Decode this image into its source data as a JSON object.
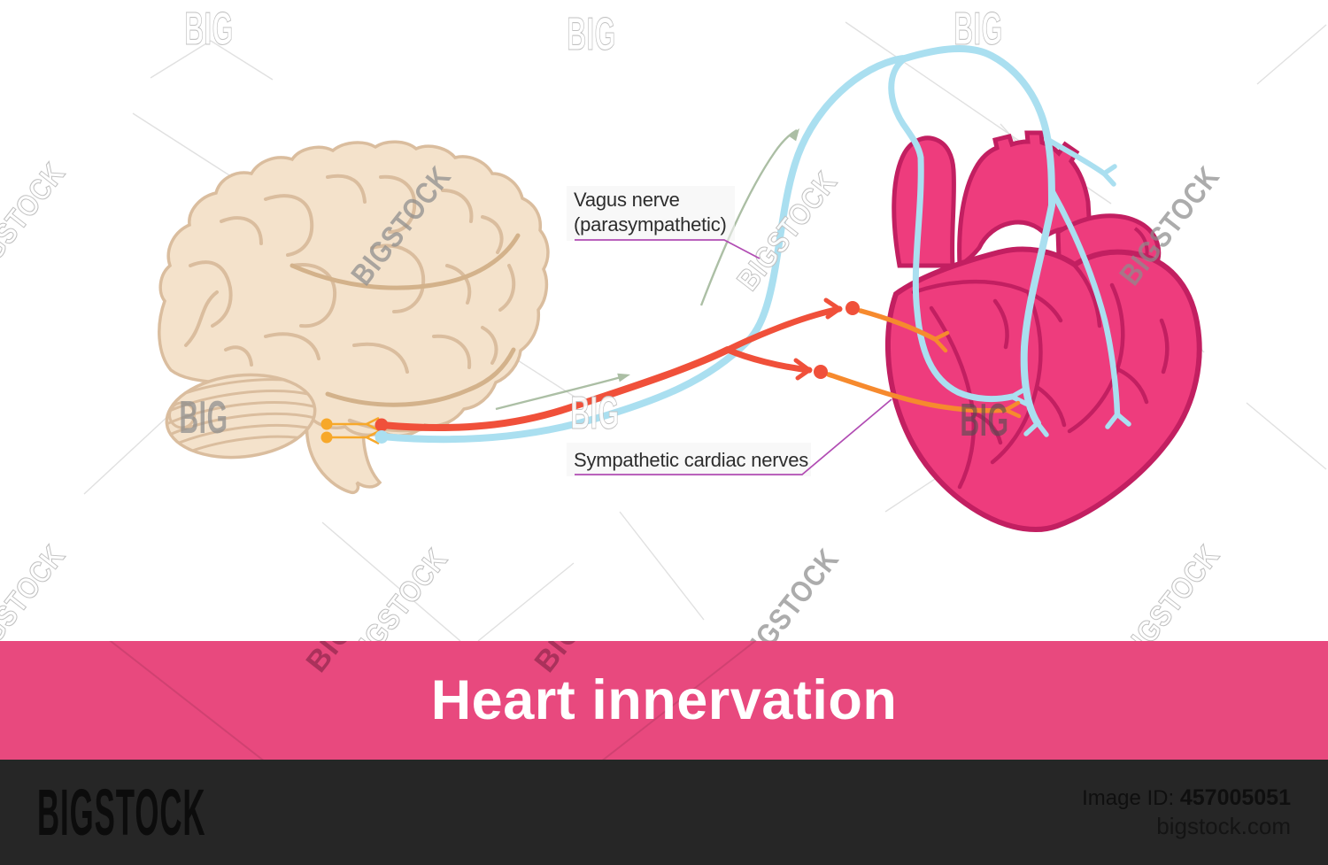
{
  "watermark": {
    "big": "BIG",
    "bigstock": "BIGSTOCK"
  },
  "labels": {
    "vagus_line1": "Vagus nerve",
    "vagus_line2": "(parasympathetic)",
    "sympathetic": "Sympathetic cardiac nerves"
  },
  "banner": {
    "title": "Heart innervation"
  },
  "footer": {
    "logo": "BIGSTOCK",
    "image_id_label": "Image ID:",
    "image_id": "457005051",
    "site": "bigstock.com"
  },
  "colors": {
    "banner_pink": "#e8497e",
    "footer_bg": "#262626",
    "heart_pink": "#ee3c7d",
    "heart_outline": "#c21f61",
    "brain_fill": "#f4e2cb",
    "brain_line": "#dabd9e",
    "vagus_blue": "#aadff0",
    "sympathetic_red": "#f0503a",
    "postganglionic_orange": "#f68a2e",
    "nucleus_yellow": "#f7a82a",
    "arrow_green": "#a3b89b",
    "leader_magenta": "#b14cb3",
    "label_text": "#2d2d2d"
  }
}
